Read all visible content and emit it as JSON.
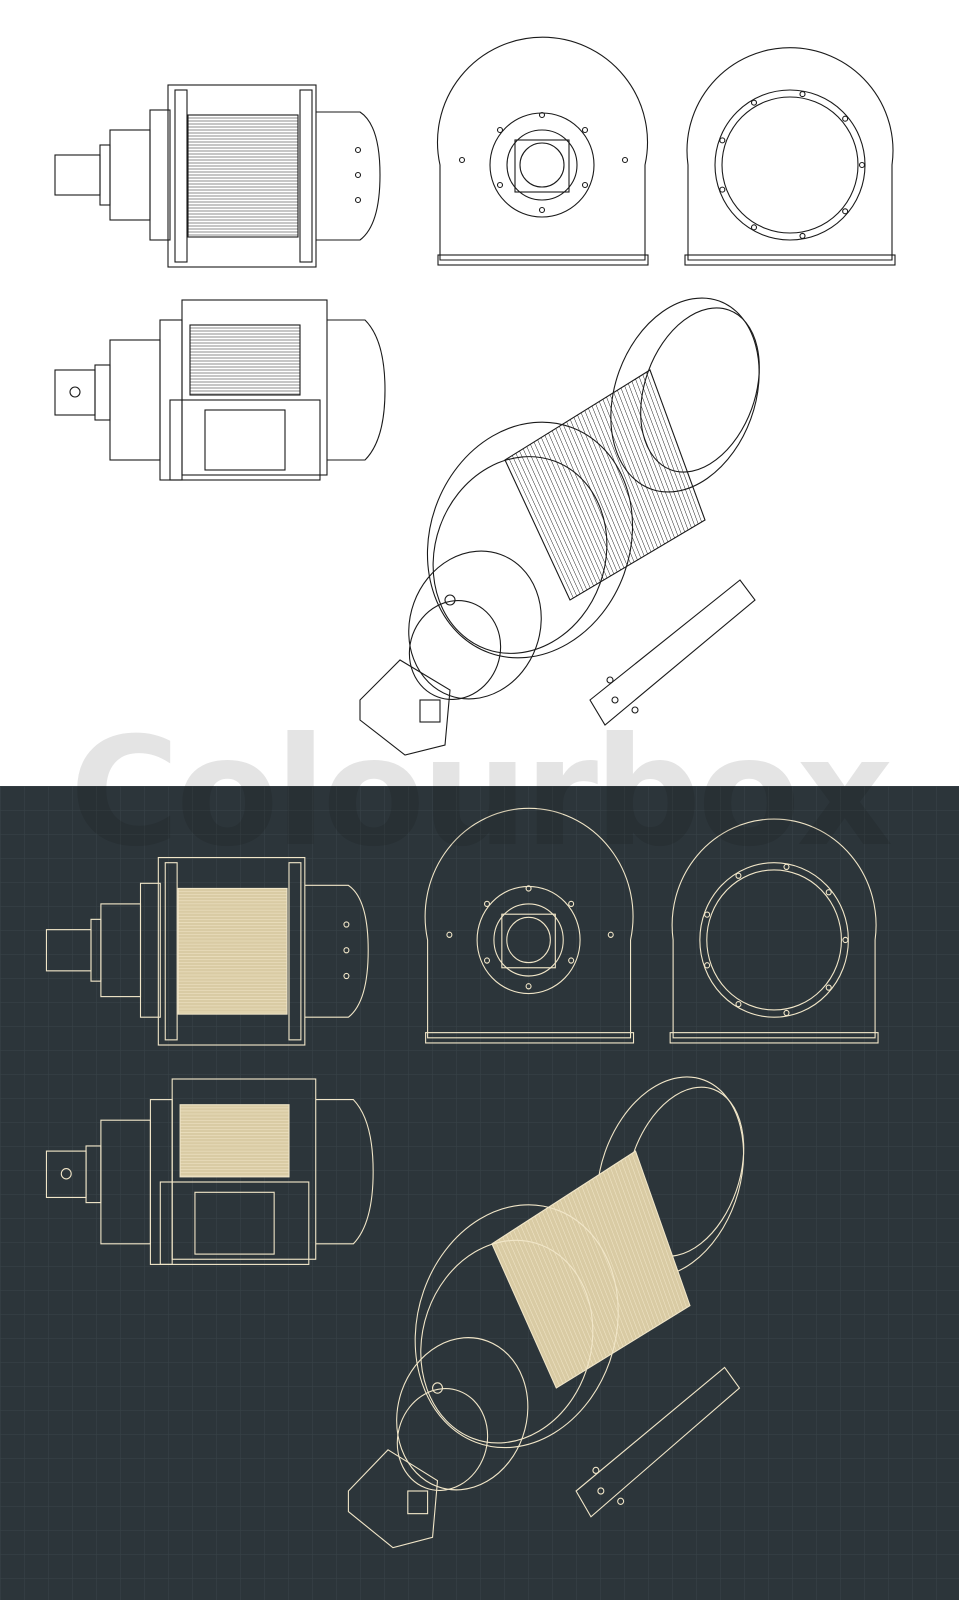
{
  "watermark": {
    "text": "Colourbox"
  },
  "colors": {
    "light_background": "#ffffff",
    "light_stroke": "#1a1a1a",
    "dark_background": "#2c353a",
    "dark_stroke": "#f1e6c8",
    "dark_drum_fill": "#d9cba4"
  },
  "views": [
    "front-view",
    "side-view-right",
    "side-view-left",
    "top-view",
    "isometric-view"
  ]
}
